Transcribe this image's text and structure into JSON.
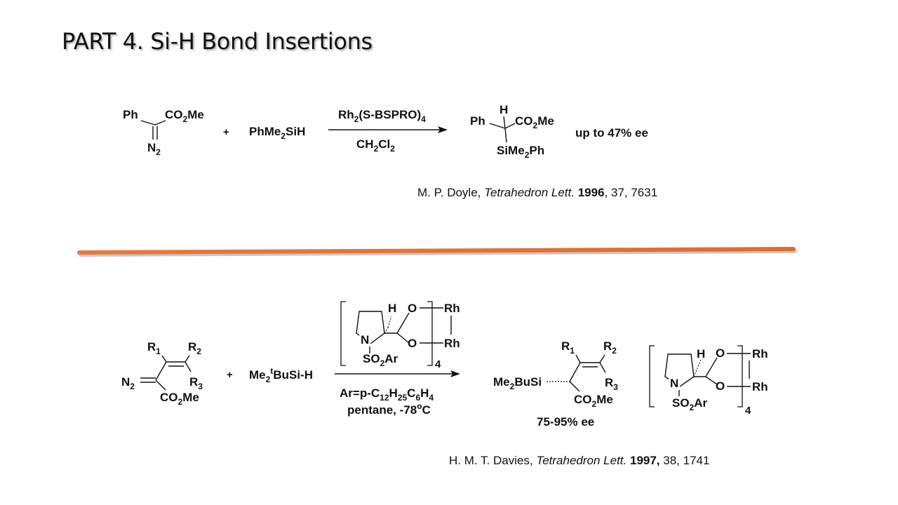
{
  "slide": {
    "title": "PART 4. Si-H Bond Insertions",
    "accent_color": "#e8793a"
  },
  "reaction1": {
    "sm_ph": "Ph",
    "sm_co2me": {
      "a": "CO",
      "b": "2",
      "c": "Me"
    },
    "sm_n2": {
      "a": "N",
      "b": "2"
    },
    "plus": "+",
    "silane": {
      "a": "PhMe",
      "b": "2",
      "c": "SiH"
    },
    "catalyst": {
      "a": "Rh",
      "b": "2",
      "c": "(S-BSPRO)",
      "d": "4"
    },
    "solvent": {
      "a": "CH",
      "b": "2",
      "c": "Cl",
      "d": "2"
    },
    "prod_h": "H",
    "prod_ph": "Ph",
    "prod_co2me": {
      "a": "CO",
      "b": "2",
      "c": "Me"
    },
    "prod_si": {
      "a": "SiMe",
      "b": "2",
      "c": "Ph"
    },
    "ee": "up to 47% ee",
    "citation": {
      "authors": "M. P. Doyle, ",
      "journal": "Tetrahedron Lett.",
      "year": "1996",
      "rest": ", 37, 7631"
    }
  },
  "reaction2": {
    "r1": {
      "a": "R",
      "b": "1"
    },
    "r2": {
      "a": "R",
      "b": "2"
    },
    "r3": {
      "a": "R",
      "b": "3"
    },
    "n2": {
      "a": "N",
      "b": "2"
    },
    "co2me": {
      "a": "CO",
      "b": "2",
      "c": "Me"
    },
    "plus": "+",
    "silane": {
      "a": "Me",
      "b": "2",
      "c": "t",
      "d": "BuSi-H"
    },
    "cat_h": "H",
    "cat_o": "O",
    "cat_rh": "Rh",
    "cat_n": "N",
    "cat_so2ar": {
      "a": "SO",
      "b": "2",
      "c": "Ar"
    },
    "cat_sub4": "4",
    "ar_def": {
      "a": "Ar=p-C",
      "b": "12",
      "c": "H",
      "d": "25",
      "e": "C",
      "f": "6",
      "g": "H",
      "h": "4"
    },
    "conditions": {
      "a": "pentane, -78",
      "b": "o",
      "c": "C"
    },
    "prod_si": {
      "a": "Me",
      "b": "2",
      "c": "BuSi"
    },
    "ee": "75-95% ee",
    "citation": {
      "authors": "H. M. T. Davies, ",
      "journal": "Tetrahedron Lett.",
      "year": "1997,",
      "rest": " 38, 1741"
    }
  }
}
